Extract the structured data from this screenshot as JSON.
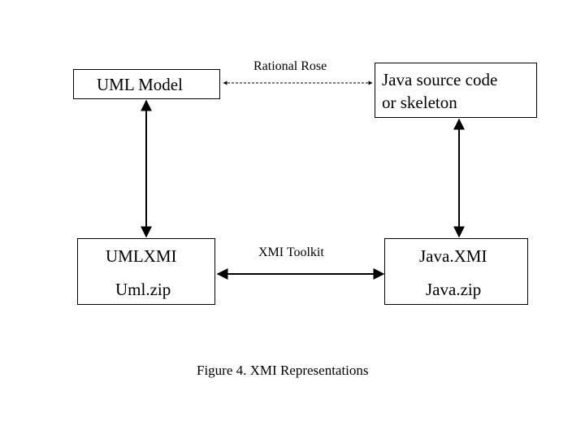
{
  "nodes": {
    "uml_model": {
      "label": "UML Model"
    },
    "java_source": {
      "line1": "Java source code",
      "line2": "or skeleton"
    },
    "uml_xmi": {
      "line1": "UMLXMI",
      "line2": "Uml.zip"
    },
    "java_xmi": {
      "line1": "Java.XMI",
      "line2": "Java.zip"
    }
  },
  "edges": {
    "rational_rose": {
      "label": "Rational Rose",
      "style": "dashed",
      "direction": "bidirectional"
    },
    "xmi_toolkit": {
      "label": "XMI Toolkit",
      "style": "solid",
      "direction": "bidirectional"
    },
    "uml_vertical": {
      "style": "solid",
      "direction": "bidirectional"
    },
    "java_vertical": {
      "style": "solid",
      "direction": "bidirectional"
    }
  },
  "caption": "Figure 4. XMI Representations",
  "colors": {
    "line": "#000000",
    "background": "#ffffff"
  }
}
